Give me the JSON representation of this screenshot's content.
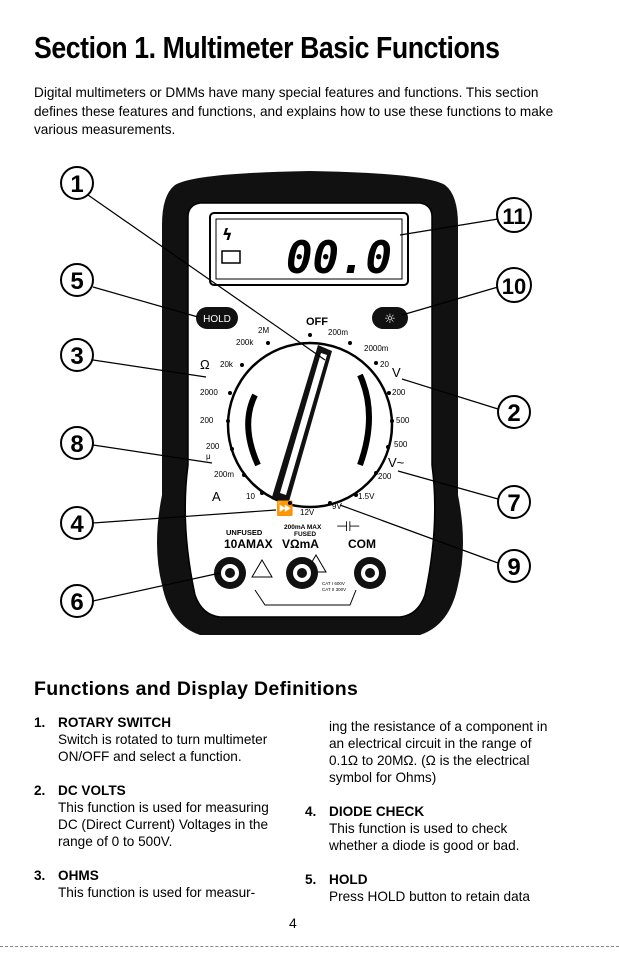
{
  "title": "Section 1.  Multimeter Basic Functions",
  "intro": "Digital multimeters or DMMs have many special features and functions. This section defines these features and functions, and explains how to use these functions to make various measurements.",
  "diagram": {
    "display_reading": "00.0",
    "hold_label": "HOLD",
    "callouts": [
      "1",
      "5",
      "3",
      "8",
      "4",
      "6",
      "11",
      "10",
      "2",
      "7",
      "9"
    ],
    "dial": {
      "off": "OFF",
      "labels": {
        "l2M": "2M",
        "l200k": "200k",
        "l20k": "20k",
        "l2000": "2000",
        "l200": "200",
        "l200u": "200",
        "lmu": "μ",
        "l200m": "200m",
        "lA": "A",
        "l10": "10",
        "l12V": "12V",
        "l9V": "9V",
        "l1_5V": "1.5V",
        "l200_r": "200",
        "l500a": "500",
        "l500b": "500",
        "l20": "20",
        "l2000m": "2000m",
        "l200m_top": "200m"
      },
      "ohm_symbol": "Ω",
      "vdc_symbol": "V",
      "vac_symbol": "V~",
      "adc_symbol": "A"
    },
    "jacks": {
      "unfused": "UNFUSED",
      "ten_a": "10AMAX",
      "fused1": "200mA MAX",
      "fused2": "FUSED",
      "v_ohm": "VΩmA",
      "com": "COM",
      "cat1": "CAT I 600V",
      "cat2": "CAT II 300V"
    }
  },
  "section_heading": "Functions and Display Definitions",
  "left_items": [
    {
      "num": "1.",
      "title": "ROTARY SWITCH",
      "body": "Switch is rotated to turn multimeter ON/OFF and select a function."
    },
    {
      "num": "2.",
      "title": "DC VOLTS",
      "body": "This function is used for measuring DC (Direct Current) Voltages in the range of 0 to 500V."
    },
    {
      "num": "3.",
      "title": "OHMS",
      "body": "This function is used for measur-"
    }
  ],
  "right_continuation": "ing the resistance of a component in an electrical circuit in the range of 0.1Ω to 20MΩ. (Ω is the electrical symbol for Ohms)",
  "right_items": [
    {
      "num": "4.",
      "title": "DIODE CHECK",
      "body": "This function is used to check whether a diode is good or bad."
    },
    {
      "num": "5.",
      "title": "HOLD",
      "body": "Press HOLD button to retain data"
    }
  ],
  "page_number": "4"
}
